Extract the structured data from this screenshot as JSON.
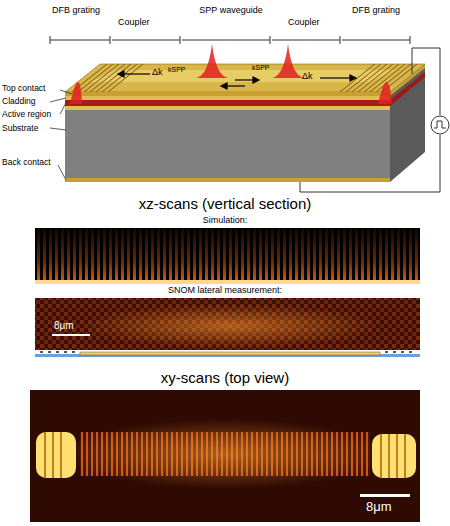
{
  "diagram": {
    "labels": [
      "DFB grating",
      "Coupler",
      "SPP waveguide",
      "Coupler",
      "DFB grating",
      "Top contact",
      "Cladding",
      "Active region",
      "Substrate",
      "Back contact",
      "Δk",
      "Δk",
      "kSPP",
      "kSPP",
      "xz-scans (vertical section)",
      "Simulation:",
      "SNOM lateral measurement:",
      "8μm",
      "xy-scans (top view)",
      "8μm"
    ]
  }
}
